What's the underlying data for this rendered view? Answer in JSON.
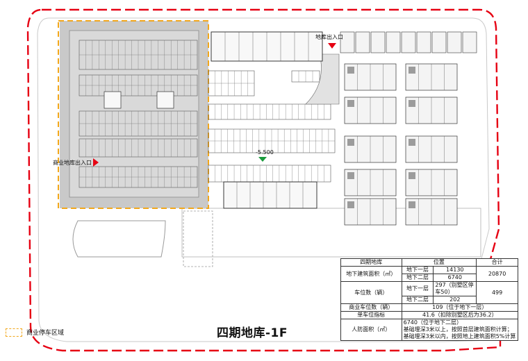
{
  "plan": {
    "title": "四期地库-1F",
    "labels": {
      "entrance_right": "地库出入口",
      "entrance_left": "商业地库出入口",
      "elevation": "-5.500"
    },
    "legend": {
      "label": "商业停车区域",
      "color": "#f2a71b"
    },
    "colors": {
      "site_boundary": "#e60012",
      "commercial_zone": "#f2a71b",
      "arrow_red": "#e60012",
      "arrow_green": "#1a9b3c"
    }
  },
  "table": {
    "headers": {
      "name": "四期地库",
      "position": "位置",
      "total": "合计"
    },
    "gfa": {
      "label": "地下建筑面积（㎡）",
      "b1_label": "地下一层",
      "b1_value": "14130",
      "b2_label": "地下二层",
      "b2_value": "6740",
      "total": "20870"
    },
    "parking": {
      "label": "车位数（辆）",
      "b1_label": "地下一层",
      "b1_value": "297（别墅区停车50）",
      "b2_label": "地下二层",
      "b2_value": "202",
      "total": "499"
    },
    "commercial": {
      "label": "商业车位数（辆）",
      "value": "109（位于地下一层）"
    },
    "index": {
      "label": "单车位指标",
      "value": "41.6（扣除别墅区后为36.2）"
    },
    "civil_defense": {
      "label": "人防面积（㎡）",
      "lines": [
        "6740（位于地下二层）",
        "基础埋深3米以上，按照首层建筑面积计算；",
        "基础埋深3米以内，按照地上建筑面积5%计算"
      ]
    }
  }
}
